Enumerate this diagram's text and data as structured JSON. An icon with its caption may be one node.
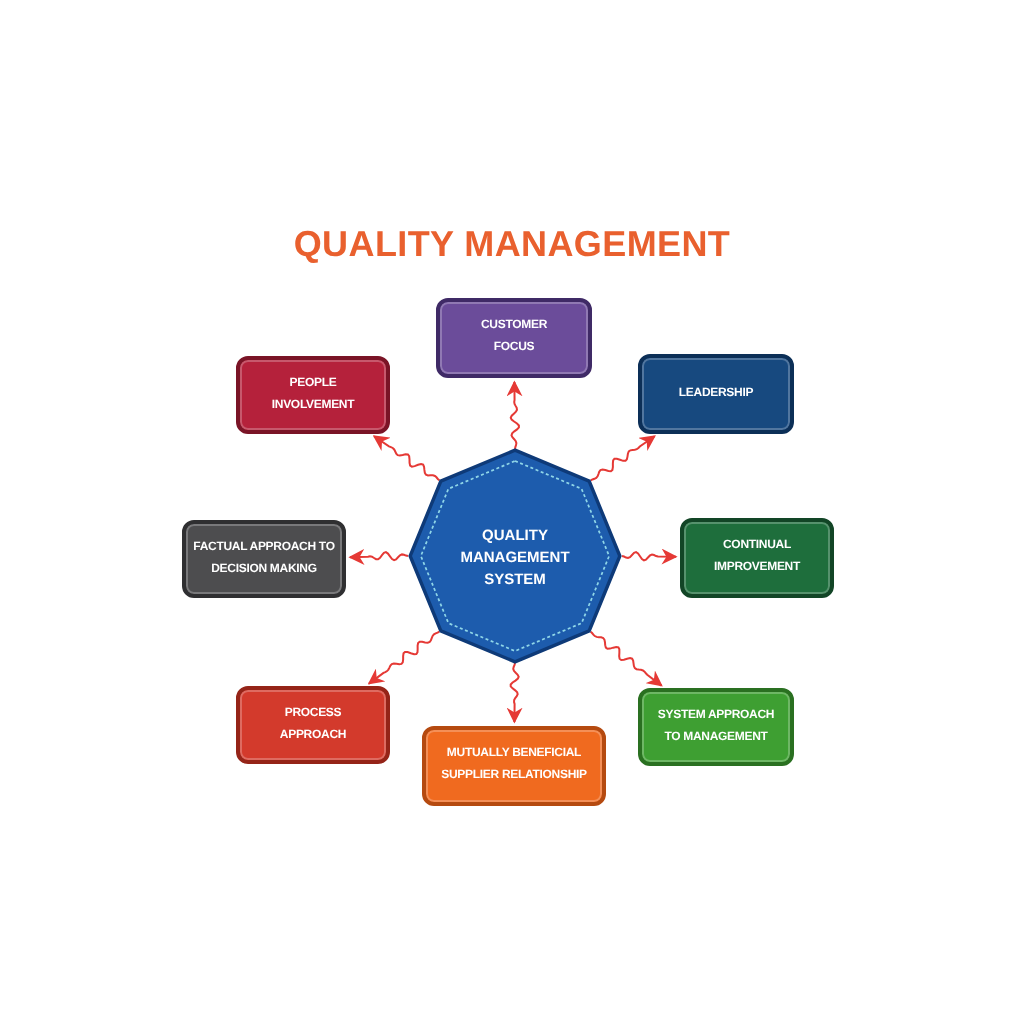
{
  "diagram": {
    "title": "QUALITY MANAGEMENT",
    "nodes": [
      {
        "text": [
          "CUSTOMER FOCUS"
        ]
      },
      {
        "text": [
          "PEOPLE INVOLVEMENT"
        ]
      },
      {
        "text": [
          "LEADERSHIP"
        ]
      },
      {
        "text": [
          "FACTUAL APPROACH TO DECISION MAKING"
        ]
      },
      {
        "text": [
          "QUALITY MANAGEMENT SYSTEM"
        ]
      },
      {
        "text": [
          "CONTINUAL IMPROVEMENT"
        ]
      },
      {
        "text": [
          "PROCESS APPROACH"
        ]
      },
      {
        "text": [
          "MUTUALLY BENEFICIAL SUPPLIER RELATIONSHIP"
        ]
      },
      {
        "text": [
          "SYSTEM APPROACH TO MANAGEMENT"
        ]
      }
    ],
    "edges": [
      {
        "from": 4,
        "to": 0,
        "arrow": "to"
      },
      {
        "from": 4,
        "to": 1,
        "arrow": "to"
      },
      {
        "from": 4,
        "to": 2,
        "arrow": "to"
      },
      {
        "from": 4,
        "to": 3,
        "arrow": "to"
      },
      {
        "from": 4,
        "to": 5,
        "arrow": "to"
      },
      {
        "from": 4,
        "to": 6,
        "arrow": "to"
      },
      {
        "from": 4,
        "to": 7,
        "arrow": "to"
      },
      {
        "from": 4,
        "to": 8,
        "arrow": "to"
      }
    ]
  }
}
